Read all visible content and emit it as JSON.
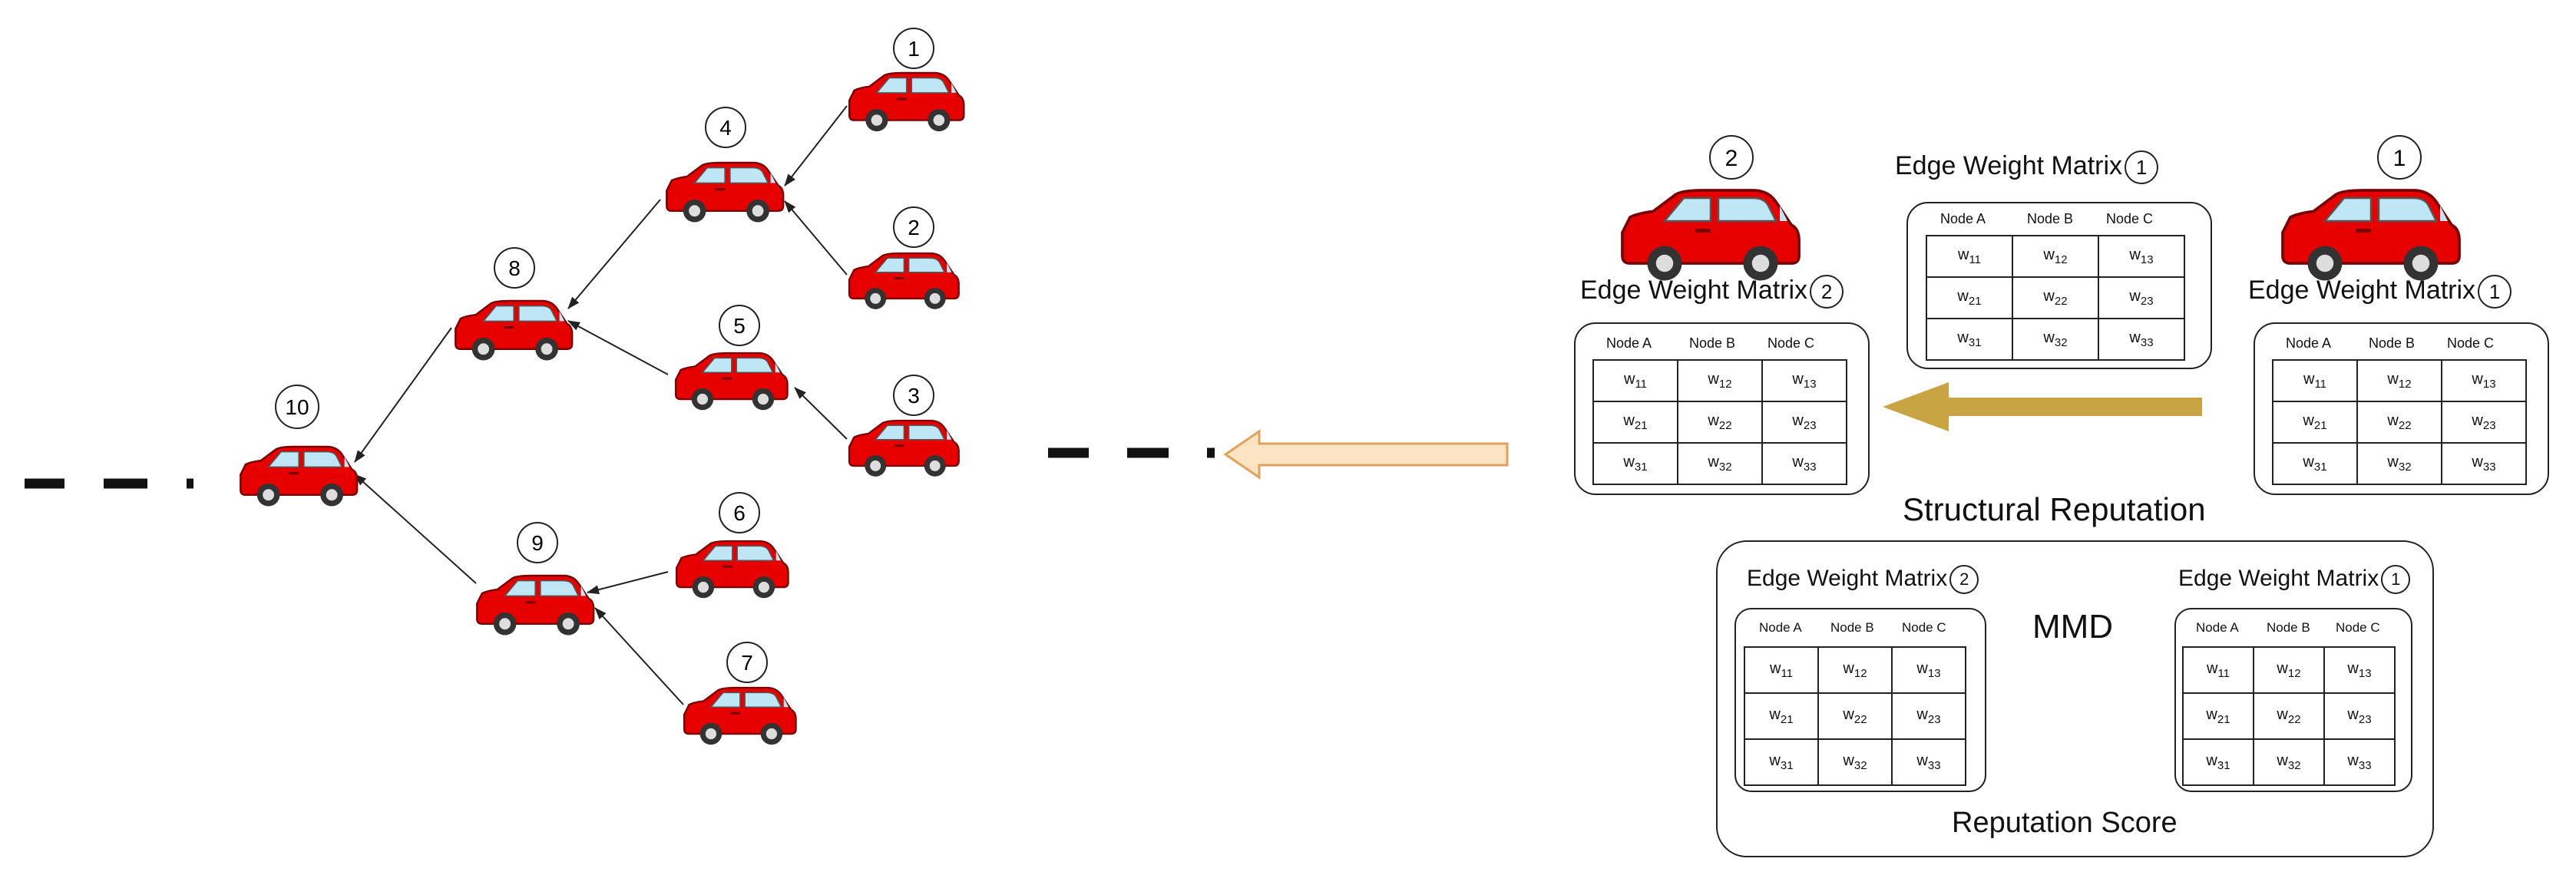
{
  "tree": {
    "nodes": [
      {
        "id": "n1",
        "label": "1"
      },
      {
        "id": "n2",
        "label": "2"
      },
      {
        "id": "n3",
        "label": "3"
      },
      {
        "id": "n4",
        "label": "4"
      },
      {
        "id": "n5",
        "label": "5"
      },
      {
        "id": "n6",
        "label": "6"
      },
      {
        "id": "n7",
        "label": "7"
      },
      {
        "id": "n8",
        "label": "8"
      },
      {
        "id": "n9",
        "label": "9"
      },
      {
        "id": "n10",
        "label": "10"
      }
    ],
    "edges": [
      {
        "from": "n1",
        "to": "n4"
      },
      {
        "from": "n2",
        "to": "n4"
      },
      {
        "from": "n3",
        "to": "n5"
      },
      {
        "from": "n4",
        "to": "n8"
      },
      {
        "from": "n5",
        "to": "n8"
      },
      {
        "from": "n6",
        "to": "n9"
      },
      {
        "from": "n7",
        "to": "n9"
      },
      {
        "from": "n8",
        "to": "n10"
      },
      {
        "from": "n9",
        "to": "n10"
      }
    ]
  },
  "colors": {
    "car": "#e60000",
    "arrow_gold": "#c9a443",
    "arrow_pale": "#fbe3c4",
    "line": "#222222"
  },
  "matrix": {
    "header": [
      "Node A",
      "Node B",
      "Node C"
    ],
    "rows": [
      [
        "W11",
        "W12",
        "W13"
      ],
      [
        "W21",
        "W22",
        "W23"
      ],
      [
        "W31",
        "W32",
        "W33"
      ]
    ]
  },
  "top": {
    "car2_label": "2",
    "car1_label": "1",
    "center_title": "Edge Weight Matrix",
    "center_num": "1",
    "left_title": "Edge Weight Matrix",
    "left_num": "2",
    "right_title": "Edge Weight Matrix",
    "right_num": "1"
  },
  "reputation": {
    "title": "Structural Reputation",
    "left_title": "Edge Weight Matrix",
    "left_num": "2",
    "right_title": "Edge Weight Matrix",
    "right_num": "1",
    "mmd": "MMD",
    "score": "Reputation Score"
  }
}
